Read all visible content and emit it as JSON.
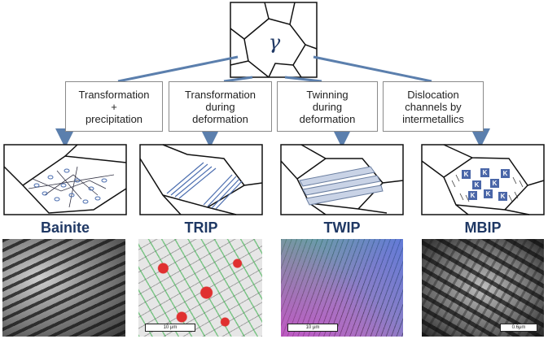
{
  "root": {
    "symbol": "γ"
  },
  "mechanisms": [
    {
      "label": "Transformation\n+\nprecipitation",
      "name": "Bainite"
    },
    {
      "label": "Transformation\nduring\ndeformation",
      "name": "TRIP"
    },
    {
      "label": "Twinning\nduring\ndeformation",
      "name": "TWIP"
    },
    {
      "label": "Dislocation\nchannels by\nintermetallics",
      "name": "MBIP"
    }
  ],
  "kappa_symbol": "K",
  "scale_bars": {
    "trip": "10 μm",
    "twip": "10 μm",
    "mbip": "0.6μm"
  },
  "colors": {
    "arrow": "#5b7fad",
    "title": "#1f3864",
    "line": "#111111"
  }
}
